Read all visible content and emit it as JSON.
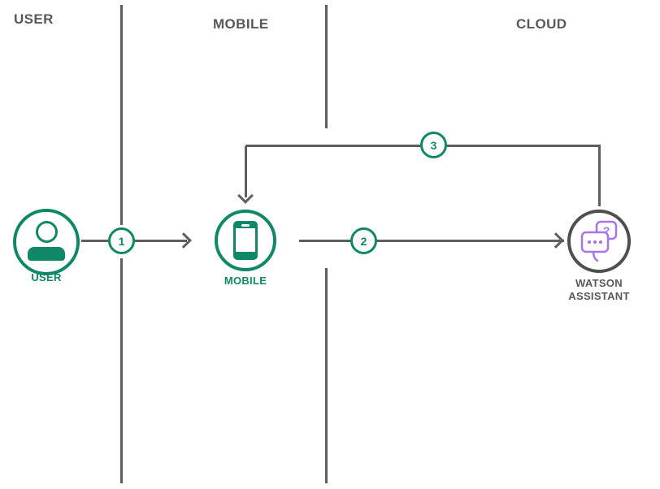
{
  "diagram": {
    "lanes": [
      {
        "label": "USER"
      },
      {
        "label": "MOBILE"
      },
      {
        "label": "CLOUD"
      }
    ],
    "nodes": {
      "user": {
        "label": "USER",
        "icon": "person-icon"
      },
      "mobile": {
        "label": "MOBILE",
        "icon": "smartphone-icon"
      },
      "watson": {
        "label": "WATSON ASSISTANT",
        "icon": "chat-bubbles-icon",
        "question_glyph": "?"
      }
    },
    "steps": [
      {
        "number": "1"
      },
      {
        "number": "2"
      },
      {
        "number": "3"
      }
    ],
    "colors": {
      "teal": "#0e8867",
      "line_gray": "#5e5e5e",
      "text_gray": "#595959",
      "watson_circle_gray": "#4f4f4f",
      "purple": "#a674ec"
    }
  }
}
